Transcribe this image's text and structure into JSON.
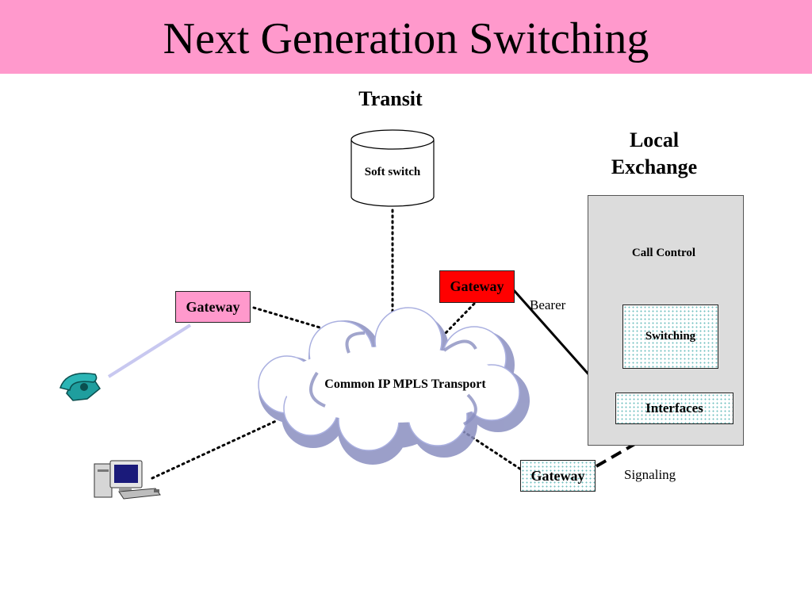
{
  "title": "Next Generation Switching",
  "colors": {
    "title_band": "#ff99cc",
    "gateway_pink": "#ff99cc",
    "gateway_red": "#ff0000",
    "local_exchange_panel": "#dcdcdc",
    "cloud_shadow": "#8a8fc0",
    "cloud_fill": "#ffffff",
    "phone_link": "#c8c8f0"
  },
  "diagram": {
    "transit_label": "Transit",
    "softswitch_label": "Soft switch",
    "local_exchange_label_line1": "Local",
    "local_exchange_label_line2": "Exchange",
    "call_control_label": "Call Control",
    "switching_label": "Switching",
    "interfaces_label": "Interfaces",
    "cloud_label": "Common IP MPLS Transport",
    "gateway_left_label": "Gateway",
    "gateway_red_label": "Gateway",
    "gateway_bottom_label": "Gateway",
    "bearer_label": "Bearer",
    "signaling_label": "Signaling",
    "icons": [
      "telephone-icon",
      "computer-icon"
    ]
  }
}
